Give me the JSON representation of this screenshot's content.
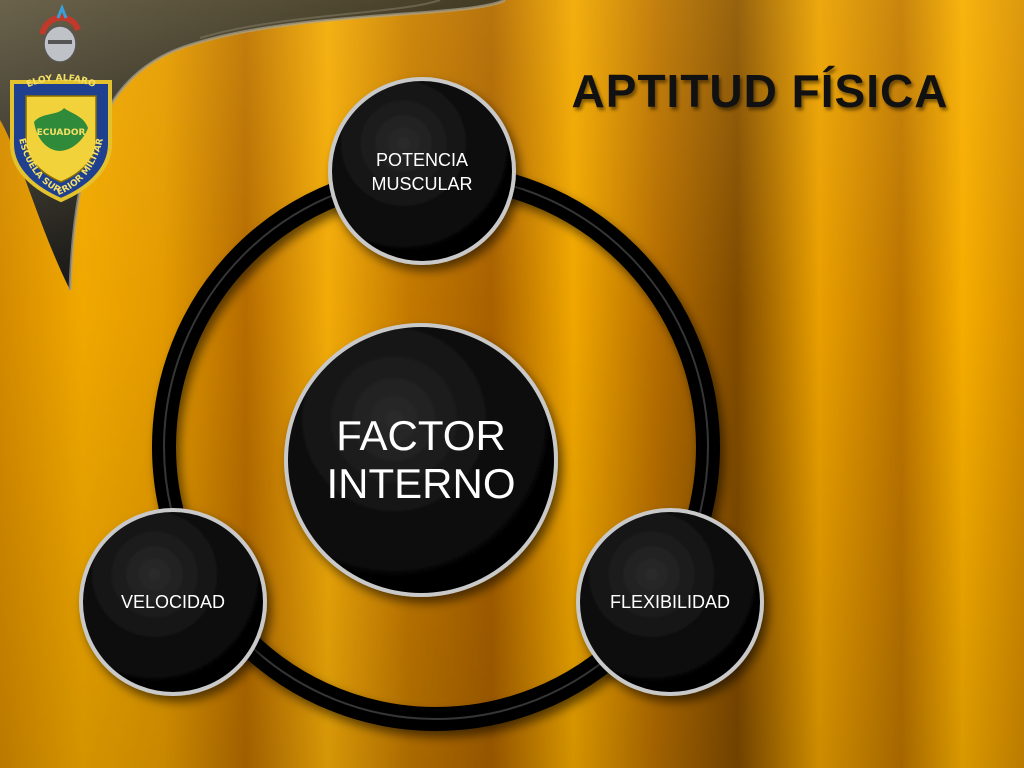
{
  "slide": {
    "title": "APTITUD FÍSICA"
  },
  "emblem": {
    "top_text": "ELOY ALFARO",
    "side_text": "ESCUELA SUPERIOR MILITAR",
    "center_text": "ECUADOR"
  },
  "diagram": {
    "center": {
      "label": "FACTOR\nINTERNO"
    },
    "nodes": [
      {
        "label": "POTENCIA\nMUSCULAR"
      },
      {
        "label": "FLEXIBILIDAD"
      },
      {
        "label": "VELOCIDAD"
      }
    ]
  },
  "colors": {
    "background_gold": "#f0a800",
    "circle_fill": "#000000",
    "text_light": "#ffffff",
    "title_text": "#111111"
  }
}
